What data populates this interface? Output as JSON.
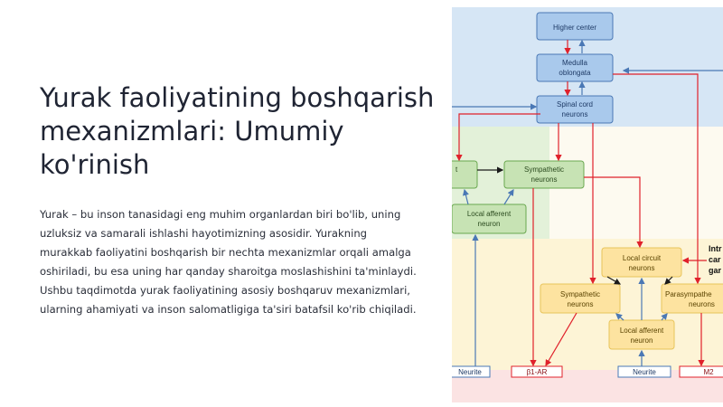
{
  "slide": {
    "title": "Yurak faoliyatining boshqarish mexanizmlari: Umumiy ko'rinish",
    "body": "Yurak – bu inson tanasidagi eng muhim organlardan biri bo'lib, uning uzluksiz va samarali ishlashi hayotimizning asosidir. Yurakning murakkab faoliyatini boshqarish bir nechta mexanizmlar orqali amalga oshiriladi, bu esa uning har qanday sharoitga moslashishini ta'minlaydi. Ushbu taqdimotda yurak faoliyatining asosiy boshqaruv mexanizmlari, ularning ahamiyati va inson salomatligiga ta'siri batafsil ko'rib chiqiladi."
  },
  "diagram": {
    "colors": {
      "blue_region": "#d6e6f5",
      "green_region": "#e3f1d9",
      "yellow_region": "#fdf4d6",
      "pink_region": "#fbe3e3",
      "blue_box": "#a9c9ec",
      "green_box": "#c7e3b4",
      "yellow_box": "#fde3a0",
      "arrow_red": "#e0212b",
      "arrow_blue": "#4a78b5",
      "arrow_black": "#1a1a1a"
    },
    "nodes": {
      "higher_center": "Higher center",
      "medulla_1": "Medulla",
      "medulla_2": "oblongata",
      "spinal_1": "Spinal cord",
      "spinal_2": "neurons",
      "left_partial": "t",
      "symp_top_1": "Sympathetic",
      "symp_top_2": "neurons",
      "local_aff_top_1": "Local afferent",
      "local_aff_top_2": "neuron",
      "local_circuit_1": "Local circuit",
      "local_circuit_2": "neurons",
      "symp_low_1": "Sympathetic",
      "symp_low_2": "neurons",
      "parasymp_1": "Parasympathe",
      "parasymp_2": "neurons",
      "local_aff_low_1": "Local afferent",
      "local_aff_low_2": "neuron",
      "intr_1": "Intr",
      "intr_2": "car",
      "intr_3": "gar",
      "neurite_left": "Neurite",
      "beta1": "β1-AR",
      "neurite_mid": "Neurite",
      "m2": "M2"
    }
  }
}
